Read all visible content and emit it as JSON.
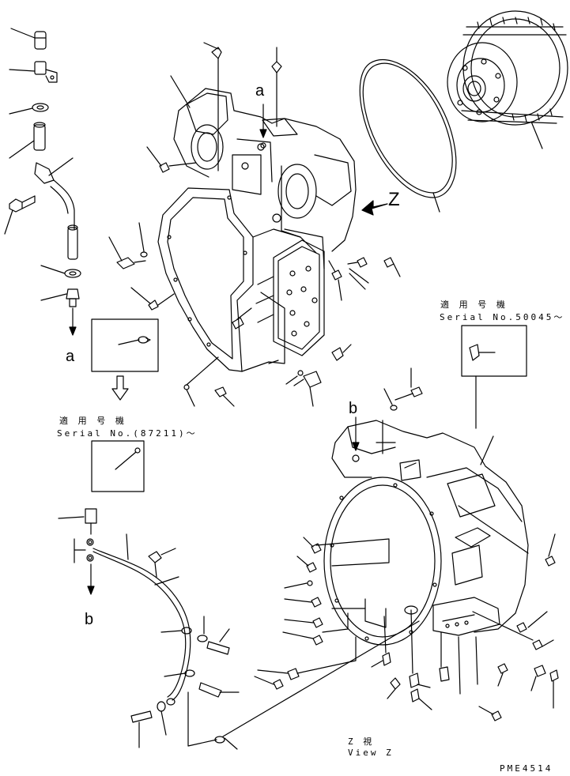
{
  "callouts": {
    "a_top": "a",
    "a_left": "a",
    "b_mid": "b",
    "b_left": "b",
    "z_arrow": "Z"
  },
  "notes": {
    "applicable_jp_1": "適 用 号 機",
    "serial_1": "Serial No.(87211)～",
    "applicable_jp_2": "適 用 号 機",
    "serial_2": "Serial No.50045～"
  },
  "view": {
    "jp": "Z   視",
    "en": "View Z"
  },
  "drawing_code": "PME4514",
  "colors": {
    "ink": "#000000",
    "paper": "#ffffff"
  }
}
